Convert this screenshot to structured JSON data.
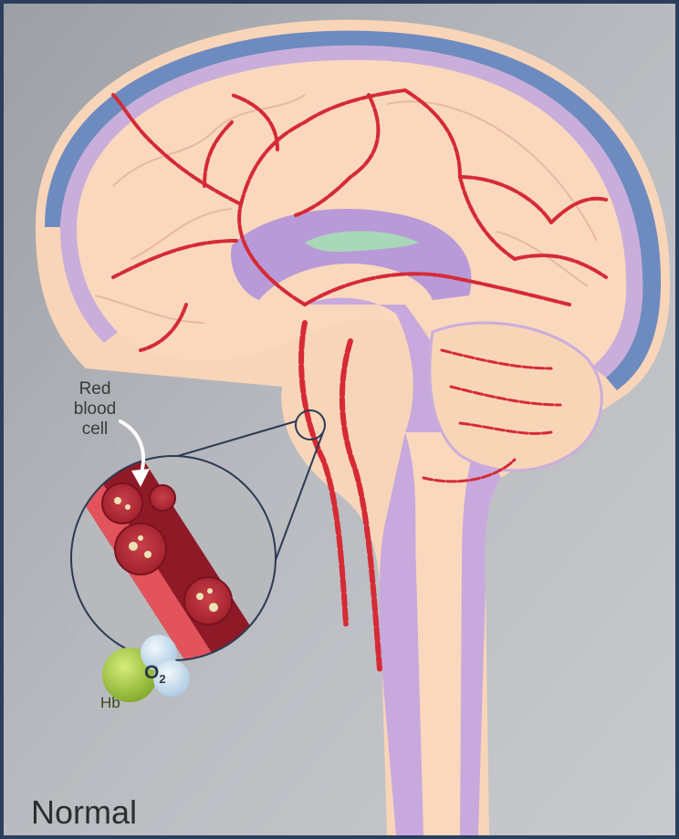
{
  "labels": {
    "red_blood_cell": "Red blood cell",
    "oxygen": "O",
    "oxygen_sub": "2",
    "hemoglobin": "Hb",
    "caption": "Normal"
  },
  "colors": {
    "background": "#b4b6bb",
    "frame": "#2a3f5c",
    "brain_tissue": "#f8d7bd",
    "meninges": "#c4a8d8",
    "skull_layer": "#6e8bc0",
    "ventricle": "#b89ad8",
    "ventricle_inner": "#a8d8b8",
    "vessel": "#d62a35",
    "blood": "#8e1a28",
    "oxygen_sphere": "#c5def0",
    "hemoglobin_sphere": "#9cc23a"
  },
  "icons": [
    "curved-arrow-icon"
  ]
}
